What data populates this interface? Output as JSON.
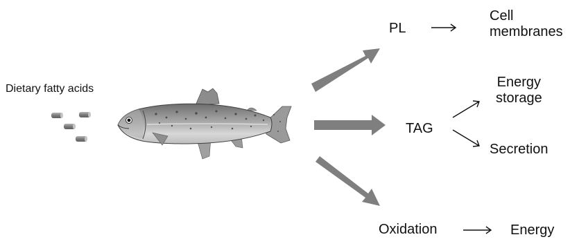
{
  "input": {
    "label": "Dietary fatty acids"
  },
  "fish": {
    "icon": "trout-fish-illustration"
  },
  "pathways": {
    "pl": {
      "label": "PL",
      "product_line1": "Cell",
      "product_line2": "membranes"
    },
    "tag": {
      "label": "TAG",
      "product1_line1": "Energy",
      "product1_line2": "storage",
      "product2": "Secretion"
    },
    "oxidation": {
      "label": "Oxidation",
      "product": "Energy"
    }
  },
  "colors": {
    "thick_arrow": "#7f7f7f",
    "thin_arrow": "#111111",
    "pellet": "#8a8a8a"
  }
}
